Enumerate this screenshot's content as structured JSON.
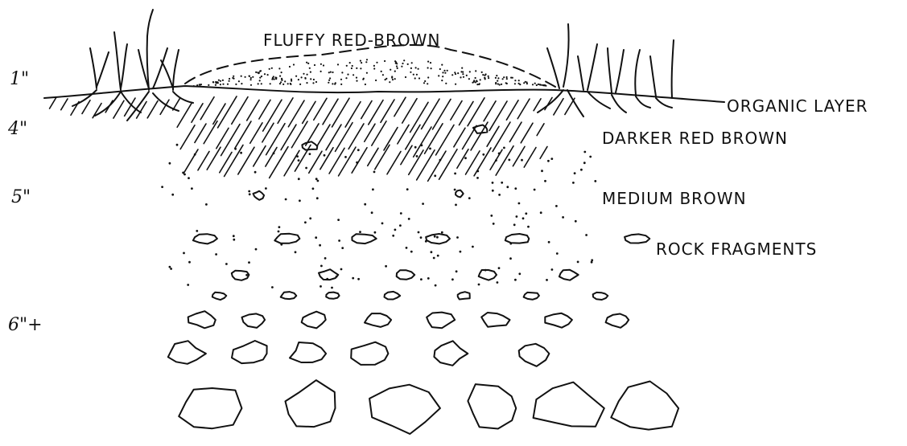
{
  "labels": {
    "fluffy": "FLUFFY RED-BROWN",
    "organic": "ORGANIC LAYER",
    "darker": "DARKER RED BROWN",
    "medium": "MEDIUM BROWN",
    "rock": "ROCK FRAGMENTS"
  },
  "depths": {
    "d1": "1\"",
    "d4": "4\"",
    "d5": "5\"",
    "d6": "6\"+"
  }
}
